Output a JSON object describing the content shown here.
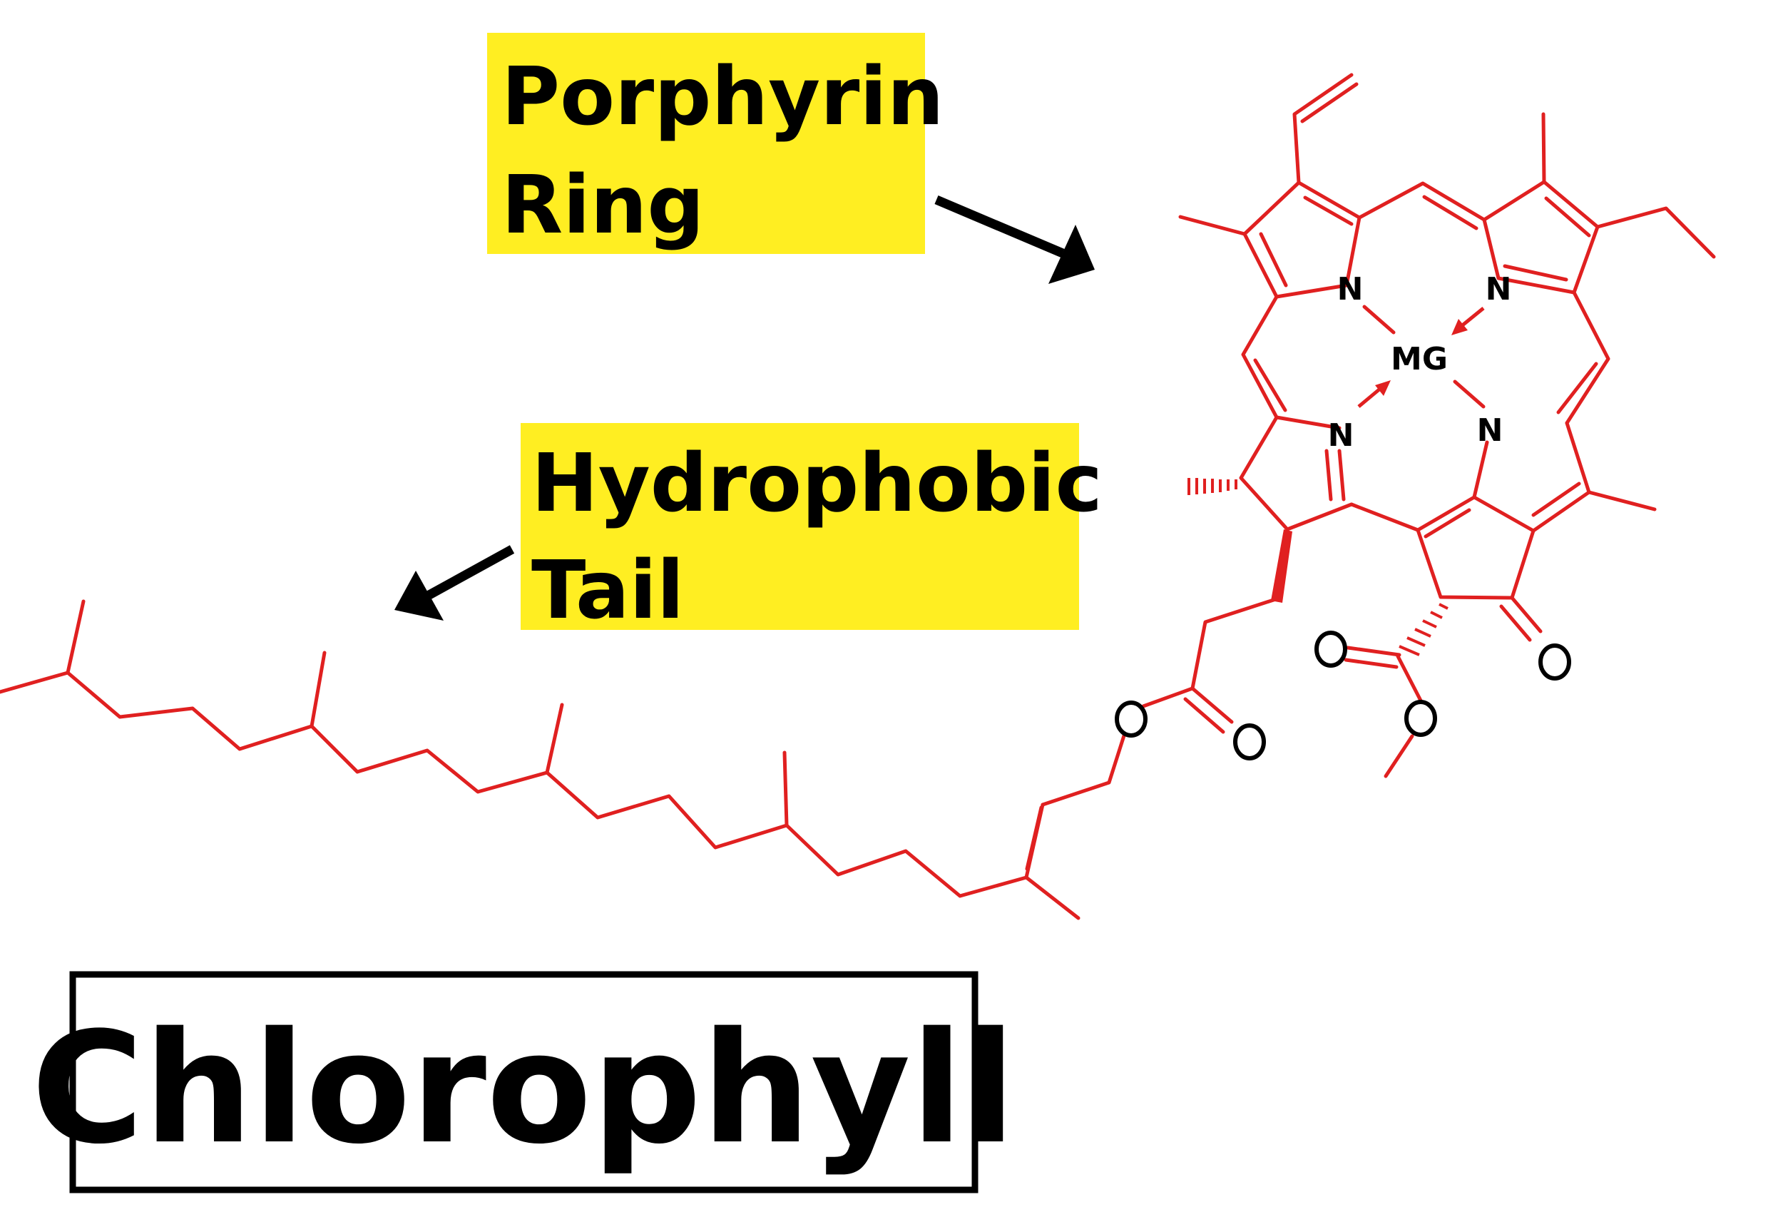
{
  "labels": {
    "porphyrin_line1": "Porphyrin",
    "porphyrin_line2": "Ring",
    "tail_line1": "Hydrophobic",
    "tail_line2": "Tail",
    "title": "Chlorophyll"
  },
  "atoms": {
    "nitrogen": "N",
    "magnesium": "MG"
  },
  "colors": {
    "bond": "#e02020",
    "label_highlight": "#ffee22",
    "text": "#000000",
    "background": "#ffffff"
  }
}
